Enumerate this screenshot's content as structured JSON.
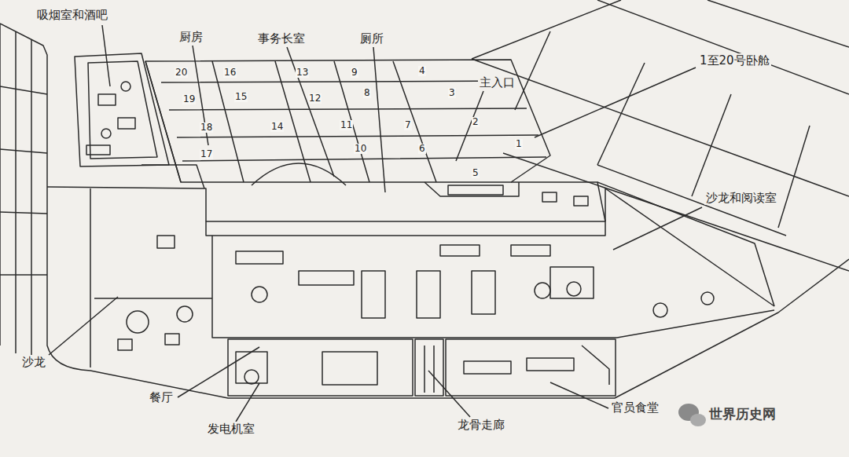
{
  "diagram": {
    "labels": [
      "吸烟室和酒吧",
      "厨房",
      "事务长室",
      "厕所",
      "主入口",
      "1至20号卧舱",
      "20",
      "16",
      "13",
      "9",
      "4",
      "19",
      "15",
      "12",
      "8",
      "3",
      "18",
      "14",
      "11",
      "7",
      "2",
      "17",
      "10",
      "6",
      "1",
      "5",
      "沙龙和阅读室",
      "沙龙",
      "餐厅",
      "发电机室",
      "龙骨走廊",
      "官员食堂",
      "世界历史网"
    ]
  }
}
